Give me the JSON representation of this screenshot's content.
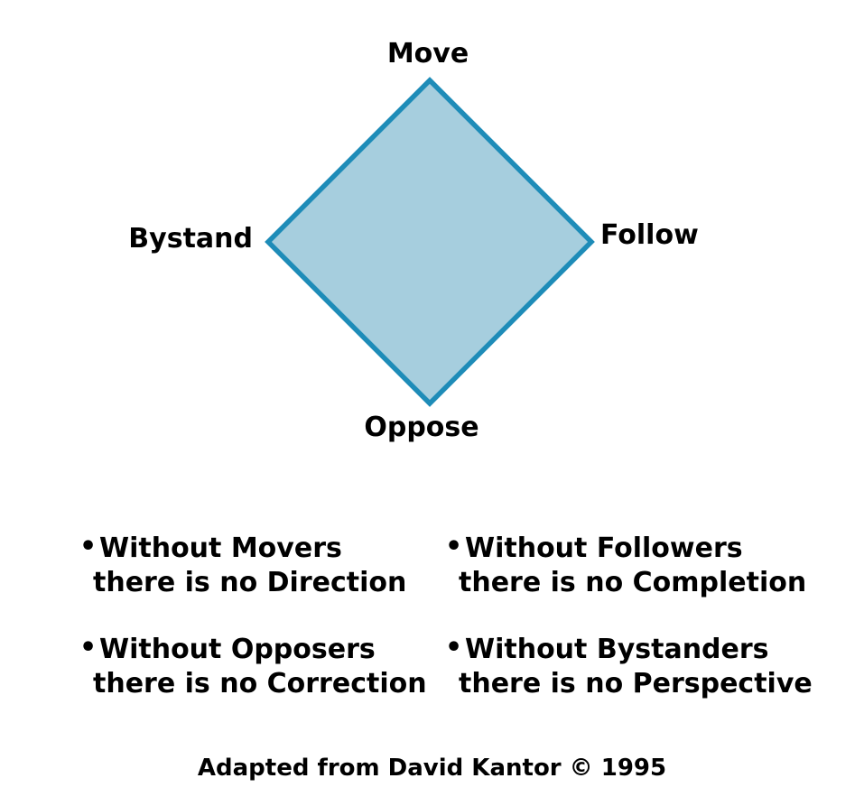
{
  "diagram": {
    "labels": {
      "top": "Move",
      "right": "Follow",
      "bottom": "Oppose",
      "left": "Bystand"
    },
    "colors": {
      "diamond_fill": "#a6cede",
      "diamond_stroke": "#1e8cb8",
      "text": "#000000",
      "background": "#ffffff"
    }
  },
  "bullets": {
    "marker": "•",
    "items": [
      {
        "line1": "Without Movers",
        "line2": "there is no Direction"
      },
      {
        "line1": "Without Followers",
        "line2": "there is no Completion"
      },
      {
        "line1": "Without Opposers",
        "line2": "there is no Correction"
      },
      {
        "line1": "Without Bystanders",
        "line2": "there is no Perspective"
      }
    ]
  },
  "caption": "Adapted from David Kantor © 1995"
}
